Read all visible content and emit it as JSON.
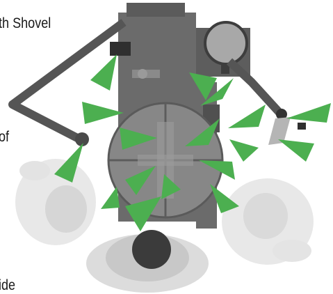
{
  "labels": {
    "shovel_fragment": "th Shovel",
    "of_fragment": "of",
    "ide_fragment": "ide"
  },
  "colors": {
    "background": "#ffffff",
    "machine_body": "#6b6b6b",
    "machine_dark": "#4a4a4a",
    "turntable": "#8a8a8a",
    "arm": "#555555",
    "lens": "#a0a0a0",
    "figure": "#d9d9d9",
    "arrow_green": "#4caf50"
  }
}
